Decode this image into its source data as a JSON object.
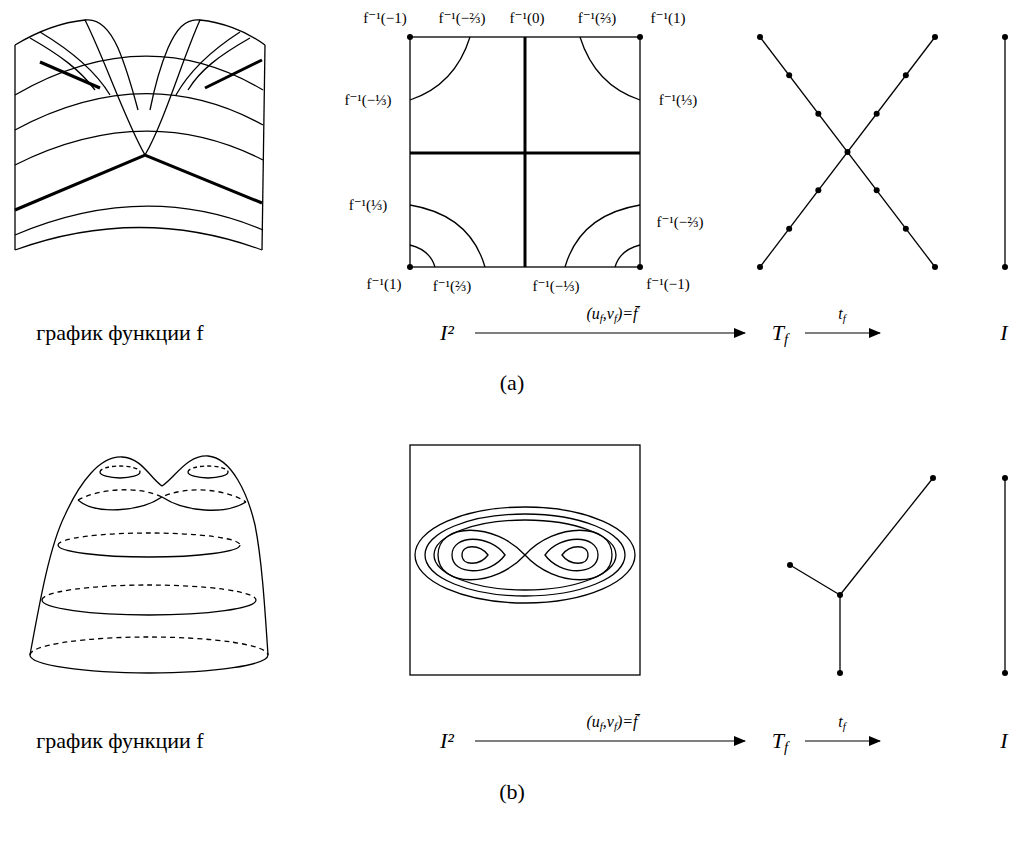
{
  "diagram": {
    "labels": [
      "f⁻¹(−1)",
      "f⁻¹(−⅔)",
      "f⁻¹(0)",
      "f⁻¹(⅔)",
      "f⁻¹(1)",
      "f⁻¹(−⅓)",
      "f⁻¹(⅓)",
      "f⁻¹(⅓)",
      "f⁻¹(−⅔)",
      "f⁻¹(1)",
      "f⁻¹(⅔)",
      "f⁻¹(−⅓)",
      "f⁻¹(−1)",
      "график функции f",
      "I²",
      "(u",
      "f",
      ",v",
      "f",
      ")=",
      "f̄",
      "T",
      "f",
      "t",
      "f",
      "I",
      "(a)",
      "график функции f",
      "I²",
      "(u",
      "f",
      ",v",
      "f",
      ")=",
      "f̄",
      "T",
      "f",
      "t",
      "f",
      "I",
      "(b)"
    ]
  }
}
